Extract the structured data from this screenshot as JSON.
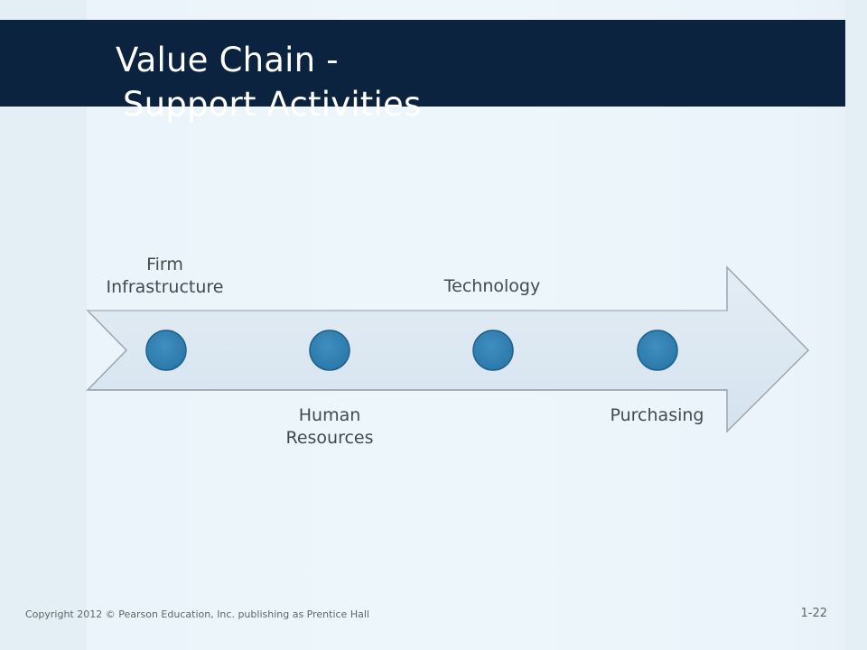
{
  "slide": {
    "title_line1": "Value Chain -",
    "title_line2": "Support Activities"
  },
  "diagram": {
    "labels_top": [
      {
        "lines": [
          "Firm",
          "Infrastructure"
        ]
      },
      {
        "lines": [
          "Technology"
        ]
      }
    ],
    "labels_bottom": [
      {
        "lines": [
          "Human",
          "Resources"
        ]
      },
      {
        "lines": [
          "Purchasing"
        ]
      }
    ],
    "colors": {
      "arrow_fill": "#dbe7f1",
      "arrow_stroke": "#9aa6ae",
      "dot_fill": "#2f7fb3",
      "dot_stroke": "#1f5f8a",
      "title_bar": "#0b233e"
    }
  },
  "footer": {
    "copyright": "Copyright 2012 © Pearson Education, Inc. publishing as Prentice Hall",
    "page_number": "1-22"
  }
}
